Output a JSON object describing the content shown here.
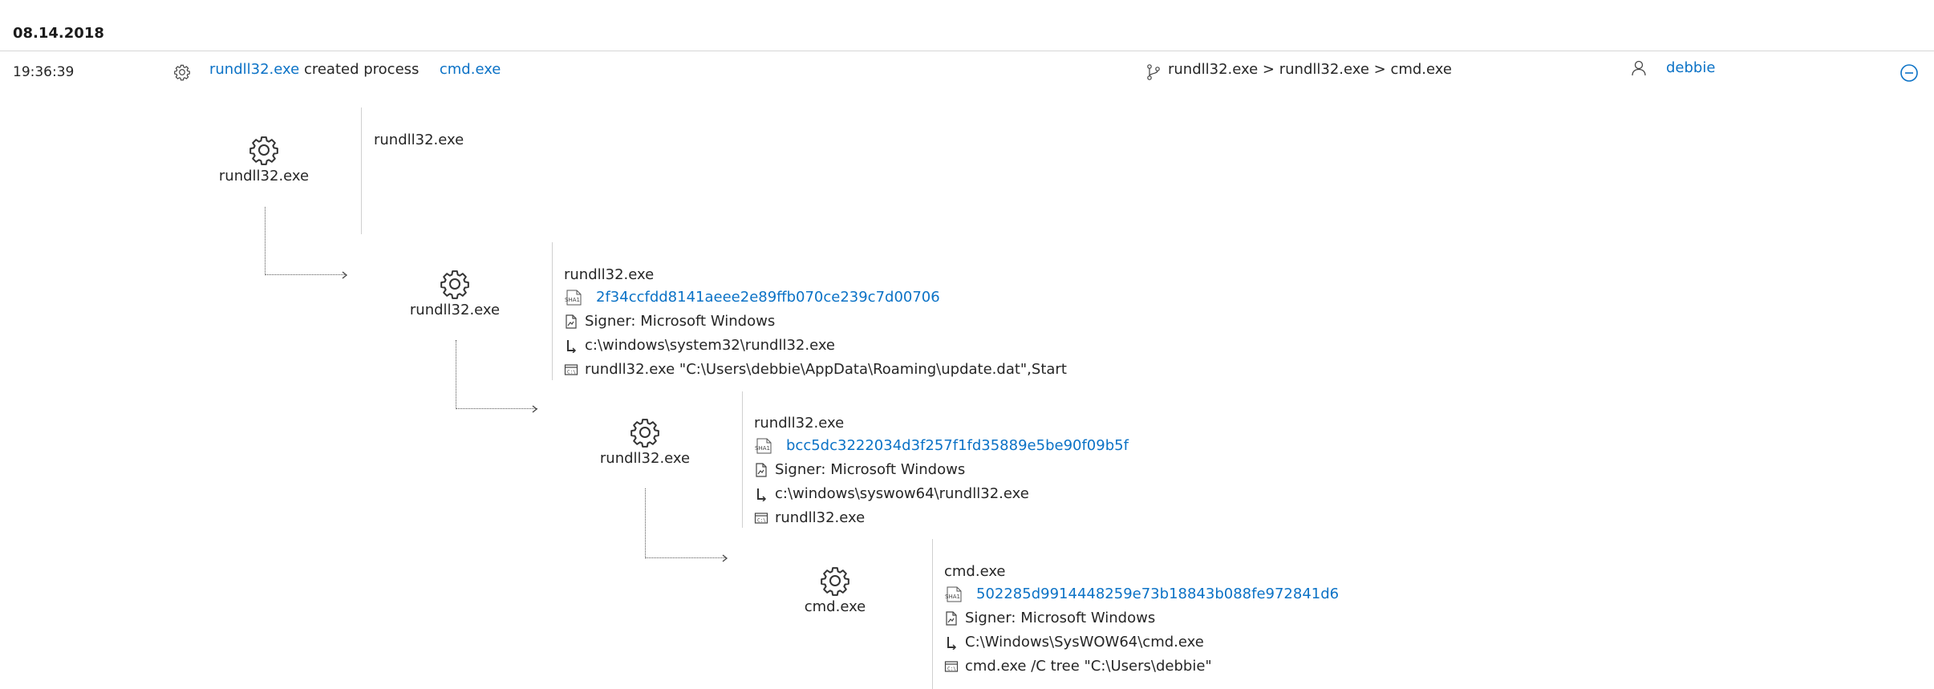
{
  "date_header": "08.14.2018",
  "event": {
    "time": "19:36:39",
    "actor": "rundll32.exe",
    "action": "created process",
    "target": "cmd.exe",
    "chain": "rundll32.exe > rundll32.exe > cmd.exe",
    "user": "debbie"
  },
  "tree": {
    "nodes": [
      {
        "label": "rundll32.exe",
        "name": "rundll32.exe"
      },
      {
        "label": "rundll32.exe",
        "name": "rundll32.exe",
        "sha1_icon": "SHA1",
        "sha1": "2f34ccfdd8141aeee2e89ffb070ce239c7d00706",
        "signer": "Signer: Microsoft Windows",
        "path": "c:\\windows\\system32\\rundll32.exe",
        "cmdline": "rundll32.exe \"C:\\Users\\debbie\\AppData\\Roaming\\update.dat\",Start"
      },
      {
        "label": "rundll32.exe",
        "name": "rundll32.exe",
        "sha1_icon": "SHA1",
        "sha1": "bcc5dc3222034d3f257f1fd35889e5be90f09b5f",
        "signer": "Signer: Microsoft Windows",
        "path": "c:\\windows\\syswow64\\rundll32.exe",
        "cmdline": "rundll32.exe"
      },
      {
        "label": "cmd.exe",
        "name": "cmd.exe",
        "sha1_icon": "SHA1",
        "sha1": "502285d9914448259e73b18843b088fe972841d6",
        "signer": "Signer: Microsoft Windows",
        "path": "C:\\Windows\\SysWOW64\\cmd.exe",
        "cmdline": "cmd.exe /C tree \"C:\\Users\\debbie\""
      }
    ]
  },
  "icons": {
    "event_type": "gear-icon",
    "chain": "branch-icon",
    "user": "person-icon",
    "collapse": "collapse-minus-icon",
    "hash": "sha1-file-icon",
    "signer": "signed-file-icon",
    "path": "folder-path-icon",
    "cmdline": "command-line-icon"
  },
  "colors": {
    "link": "#0b72c6",
    "text": "#262626",
    "separator": "#d0d0d0"
  }
}
